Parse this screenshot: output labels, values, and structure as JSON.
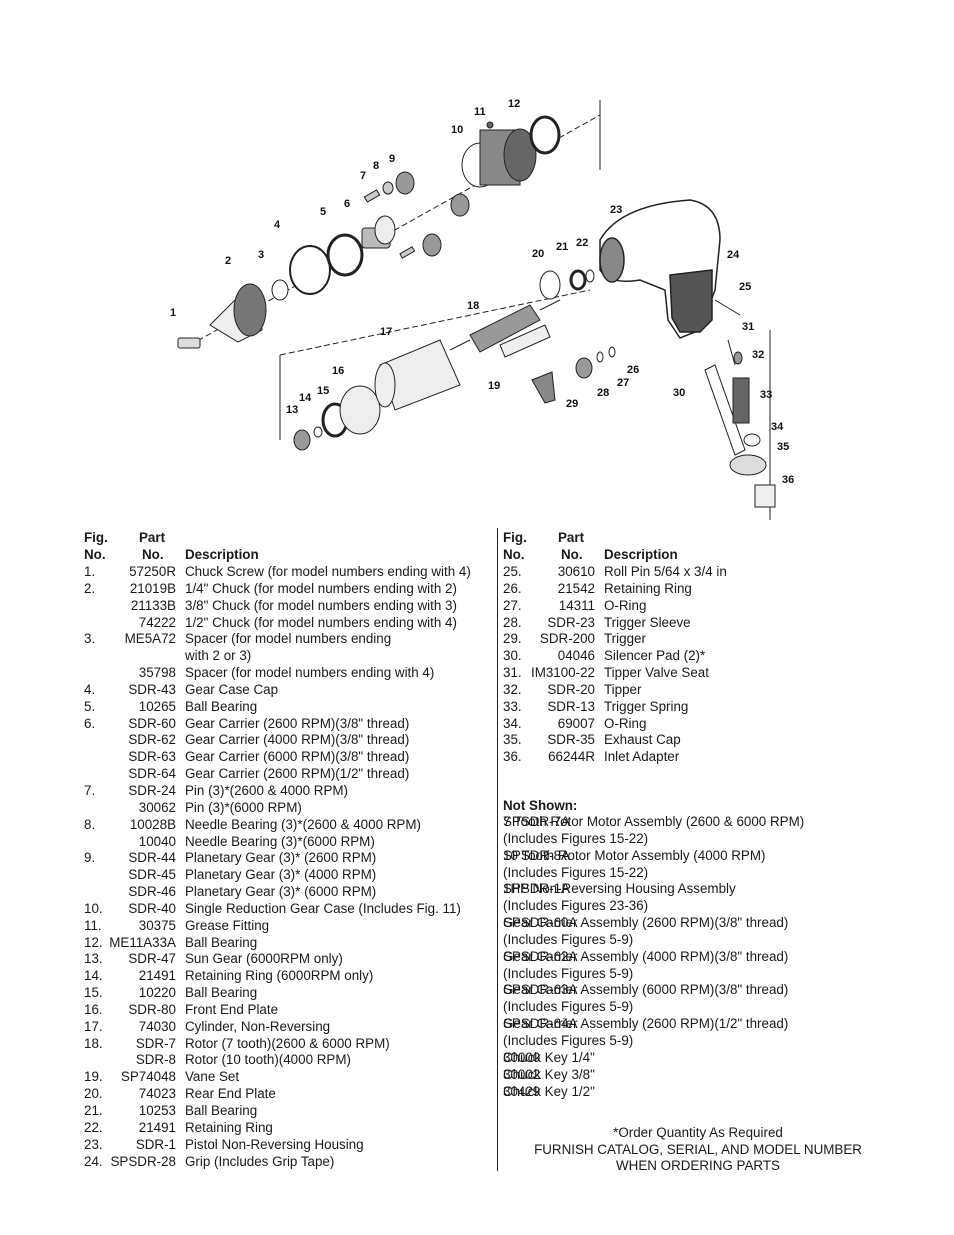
{
  "diagram": {
    "callouts": [
      "1",
      "2",
      "3",
      "4",
      "5",
      "6",
      "7",
      "8",
      "9",
      "10",
      "11",
      "12",
      "13",
      "14",
      "15",
      "16",
      "17",
      "18",
      "19",
      "20",
      "21",
      "22",
      "23",
      "24",
      "25",
      "26",
      "27",
      "28",
      "29",
      "30",
      "31",
      "32",
      "33",
      "34",
      "35",
      "36"
    ]
  },
  "left_table": {
    "headers": {
      "fig_top": "Fig.",
      "fig_bottom": "No.",
      "part_top": "Part",
      "part_bottom": "No.",
      "desc": "Description"
    },
    "rows": [
      {
        "fig": "1.",
        "part": "57250R",
        "desc": "Chuck Screw (for model numbers ending with 4)"
      },
      {
        "fig": "2.",
        "part": "21019B",
        "desc": "1/4\" Chuck (for model numbers ending with 2)"
      },
      {
        "fig": "",
        "part": "21133B",
        "desc": "3/8\" Chuck (for model numbers ending with 3)"
      },
      {
        "fig": "",
        "part": "74222",
        "desc": "1/2\" Chuck (for model numbers ending with 4)"
      },
      {
        "fig": "3.",
        "part": "ME5A72",
        "desc": "Spacer (for model numbers ending"
      },
      {
        "fig": "",
        "part": "",
        "desc": "with 2 or 3)"
      },
      {
        "fig": "",
        "part": "35798",
        "desc": "Spacer (for model numbers ending with 4)"
      },
      {
        "fig": "4.",
        "part": "SDR-43",
        "desc": "Gear Case Cap"
      },
      {
        "fig": "5.",
        "part": "10265",
        "desc": "Ball Bearing"
      },
      {
        "fig": "6.",
        "part": "SDR-60",
        "desc": "Gear Carrier (2600 RPM)(3/8\" thread)"
      },
      {
        "fig": "",
        "part": "SDR-62",
        "desc": "Gear Carrier (4000 RPM)(3/8\" thread)"
      },
      {
        "fig": "",
        "part": "SDR-63",
        "desc": "Gear Carrier (6000 RPM)(3/8\" thread)"
      },
      {
        "fig": "",
        "part": "SDR-64",
        "desc": "Gear Carrier (2600 RPM)(1/2\" thread)"
      },
      {
        "fig": "7.",
        "part": "SDR-24",
        "desc": "Pin (3)*(2600 & 4000 RPM)"
      },
      {
        "fig": "",
        "part": "30062",
        "desc": "Pin (3)*(6000 RPM)"
      },
      {
        "fig": "8.",
        "part": "10028B",
        "desc": "Needle Bearing (3)*(2600 & 4000 RPM)"
      },
      {
        "fig": "",
        "part": "10040",
        "desc": "Needle Bearing (3)*(6000 RPM)"
      },
      {
        "fig": "9.",
        "part": "SDR-44",
        "desc": "Planetary Gear (3)* (2600 RPM)"
      },
      {
        "fig": "",
        "part": "SDR-45",
        "desc": "Planetary Gear (3)* (4000 RPM)"
      },
      {
        "fig": "",
        "part": "SDR-46",
        "desc": "Planetary Gear (3)* (6000 RPM)"
      },
      {
        "fig": "10.",
        "part": "SDR-40",
        "desc": "Single Reduction Gear Case (Includes Fig. 11)"
      },
      {
        "fig": "11.",
        "part": "30375",
        "desc": "Grease Fitting"
      },
      {
        "fig": "12.",
        "part": "ME11A33A",
        "desc": "Ball Bearing"
      },
      {
        "fig": "13.",
        "part": "SDR-47",
        "desc": "Sun Gear (6000RPM only)"
      },
      {
        "fig": "14.",
        "part": "21491",
        "desc": "Retaining Ring (6000RPM only)"
      },
      {
        "fig": "15.",
        "part": "10220",
        "desc": "Ball Bearing"
      },
      {
        "fig": "16.",
        "part": "SDR-80",
        "desc": "Front End Plate"
      },
      {
        "fig": "17.",
        "part": "74030",
        "desc": "Cylinder, Non-Reversing"
      },
      {
        "fig": "18.",
        "part": "SDR-7",
        "desc": "Rotor (7 tooth)(2600 & 6000 RPM)"
      },
      {
        "fig": "",
        "part": "SDR-8",
        "desc": "Rotor (10 tooth)(4000 RPM)"
      },
      {
        "fig": "19.",
        "part": "SP74048",
        "desc": "Vane Set"
      },
      {
        "fig": "20.",
        "part": "74023",
        "desc": "Rear End Plate"
      },
      {
        "fig": "21.",
        "part": "10253",
        "desc": "Ball Bearing"
      },
      {
        "fig": "22.",
        "part": "21491",
        "desc": "Retaining Ring"
      },
      {
        "fig": "23.",
        "part": "SDR-1",
        "desc": "Pistol Non-Reversing Housing"
      },
      {
        "fig": "24.",
        "part": "SPSDR-28",
        "desc": "Grip (Includes Grip Tape)"
      }
    ]
  },
  "right_table": {
    "headers": {
      "fig_top": "Fig.",
      "fig_bottom": "No.",
      "part_top": "Part",
      "part_bottom": "No.",
      "desc": "Description"
    },
    "rows": [
      {
        "fig": "25.",
        "part": "30610",
        "desc": "Roll Pin 5/64 x 3/4 in"
      },
      {
        "fig": "26.",
        "part": "21542",
        "desc": "Retaining Ring"
      },
      {
        "fig": "27.",
        "part": "14311",
        "desc": "O-Ring"
      },
      {
        "fig": "28.",
        "part": "SDR-23",
        "desc": "Trigger Sleeve"
      },
      {
        "fig": "29.",
        "part": "SDR-200",
        "desc": "Trigger"
      },
      {
        "fig": "30.",
        "part": "04046",
        "desc": "Silencer Pad (2)*"
      },
      {
        "fig": "31.",
        "part": "IM3100-22",
        "desc": "Tipper Valve Seat"
      },
      {
        "fig": "32.",
        "part": "SDR-20",
        "desc": "Tipper"
      },
      {
        "fig": "33.",
        "part": "SDR-13",
        "desc": "Trigger Spring"
      },
      {
        "fig": "34.",
        "part": "69007",
        "desc": "O-Ring"
      },
      {
        "fig": "35.",
        "part": "SDR-35",
        "desc": "Exhaust Cap"
      },
      {
        "fig": "36.",
        "part": "66244R",
        "desc": "Inlet Adapter"
      }
    ]
  },
  "not_shown": {
    "title": "Not Shown:",
    "rows": [
      {
        "part": "SPSDR-7A",
        "desc": "7 Tooth Rotor Motor Assembly (2600 & 6000 RPM)"
      },
      {
        "part": "",
        "desc": "(Includes Figures 15-22)"
      },
      {
        "part": "SPSDR-8A",
        "desc": "10 Tooth Rotor Motor Assembly (4000 RPM)"
      },
      {
        "part": "",
        "desc": "(Includes Figures 15-22)"
      },
      {
        "part": "SPSDR-1A",
        "desc": "1HP Non-Reversing Housing Assembly"
      },
      {
        "part": "",
        "desc": "(Includes Figures 23-36)"
      },
      {
        "part": "SPSDR-60A",
        "desc": "Gear Carrier Assembly (2600 RPM)(3/8\" thread)"
      },
      {
        "part": "",
        "desc": "(Includes Figures 5-9)"
      },
      {
        "part": "SPSDR-62A",
        "desc": "Gear Carrier Assembly (4000 RPM)(3/8\" thread)"
      },
      {
        "part": "",
        "desc": "(Includes Figures 5-9)"
      },
      {
        "part": "SPSDR-63A",
        "desc": "Gear Carrier Assembly (6000 RPM)(3/8\" thread)"
      },
      {
        "part": "",
        "desc": "(Includes Figures 5-9)"
      },
      {
        "part": "SPSDR-64A",
        "desc": "Gear Carrier Assembly (2600 RPM)(1/2\" thread)"
      },
      {
        "part": "",
        "desc": "(Includes Figures 5-9)"
      },
      {
        "part": "30000",
        "desc": "Chuck Key 1/4\""
      },
      {
        "part": "30002",
        "desc": "Chuck Key 3/8\""
      },
      {
        "part": "30429",
        "desc": "Chuck Key 1/2\""
      }
    ]
  },
  "footer": {
    "note": "*Order Quantity As Required",
    "line1": "FURNISH CATALOG, SERIAL, AND MODEL NUMBER",
    "line2": "WHEN ORDERING PARTS"
  }
}
